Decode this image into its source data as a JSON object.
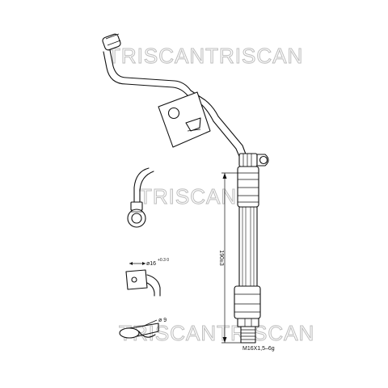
{
  "watermark": {
    "text_top": "TRISCANTRISCAN",
    "text_mid": "TRISCAN",
    "text_bottom": "TRISCANTRISCAN"
  },
  "dimensions": {
    "length": "190±3",
    "thread": "M16X1,5–6g",
    "bore_main": "ø16",
    "bore_sup": "+0.3 0",
    "clip_bore": "ø 9"
  },
  "colors": {
    "line": "#111111",
    "watermark_stroke": "#bdbdbd",
    "background": "#ffffff"
  }
}
